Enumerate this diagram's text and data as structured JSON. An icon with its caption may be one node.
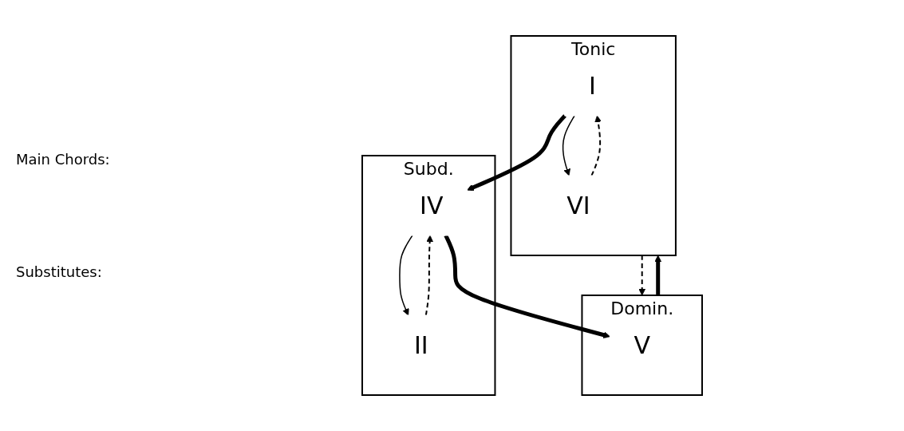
{
  "diagram": {
    "nodes": [
      {
        "text": [
          "Tonic"
        ]
      },
      {
        "text": [
          "I"
        ],
        "in": 0
      },
      {
        "text": [
          "VI"
        ],
        "in": 0
      },
      {
        "text": [
          "Subd."
        ]
      },
      {
        "text": [
          "IV"
        ],
        "in": 3
      },
      {
        "text": [
          "II"
        ],
        "in": 3
      },
      {
        "text": [
          "Domin."
        ]
      },
      {
        "text": [
          "V"
        ],
        "in": 6
      }
    ],
    "edges": [
      {
        "from": 6,
        "to": 0,
        "arrow": "to",
        "style": "thick"
      },
      {
        "from": 0,
        "to": 6,
        "arrow": "to",
        "style": "dashed"
      },
      {
        "from": 1,
        "to": 4,
        "arrow": "to",
        "style": "thick"
      },
      {
        "from": 4,
        "to": 7,
        "arrow": "to",
        "style": "thick"
      },
      {
        "from": 1,
        "to": 2,
        "arrow": "to"
      },
      {
        "from": 2,
        "to": 1,
        "arrow": "to",
        "style": "dashed"
      },
      {
        "from": 4,
        "to": 5,
        "arrow": "to"
      },
      {
        "from": 5,
        "to": 4,
        "arrow": "to",
        "style": "dashed"
      }
    ],
    "labels": [
      "Main Chords:",
      "Substitutes:"
    ]
  }
}
